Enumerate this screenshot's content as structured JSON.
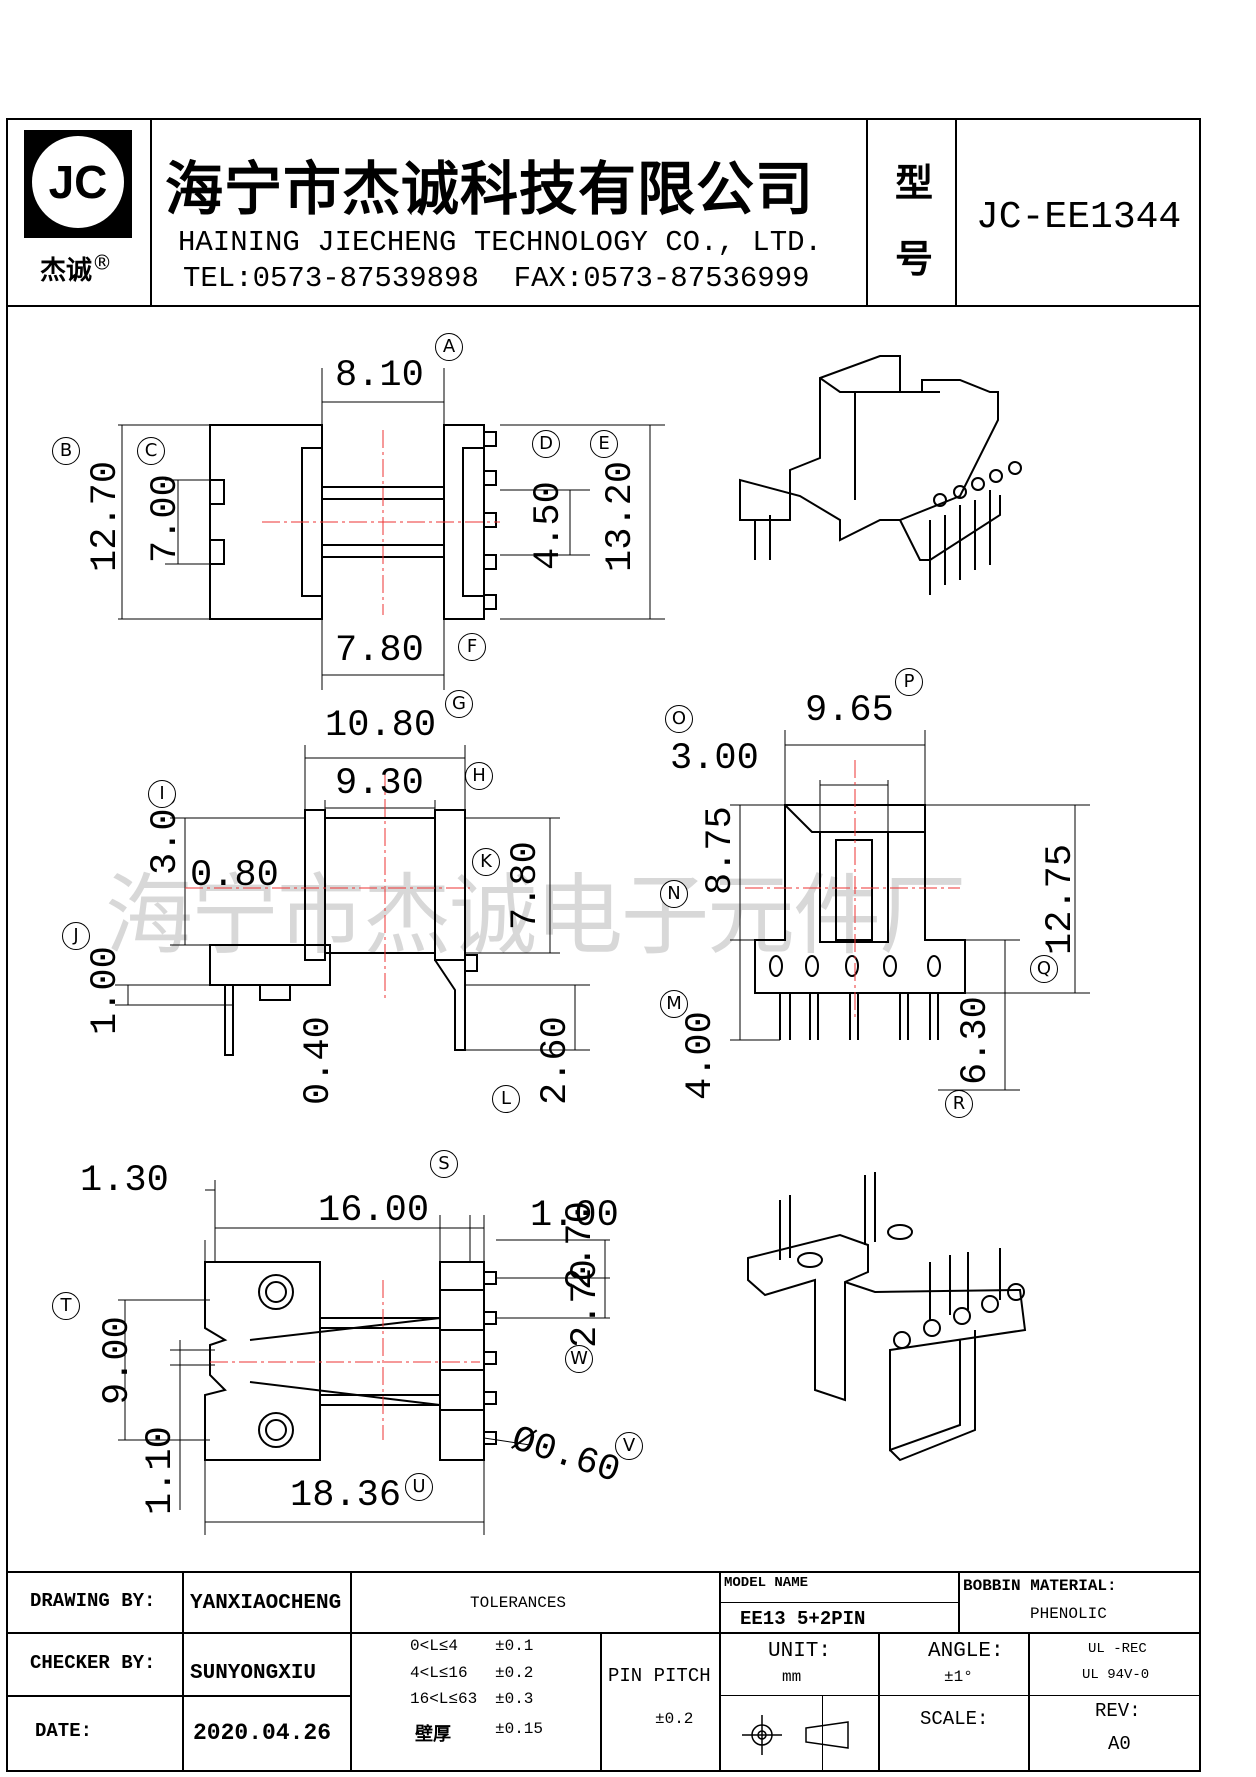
{
  "header": {
    "logo_text": "JC",
    "logo_cn": "杰诚",
    "logo_reg": "®",
    "company_cn": "海宁市杰诚科技有限公司",
    "company_en": "HAINING JIECHENG TECHNOLOGY CO., LTD.",
    "tel": "TEL:0573-87539898",
    "fax": "FAX:0573-87536999",
    "type_label_1": "型",
    "type_label_2": "号",
    "model_no": "JC-EE1344"
  },
  "watermark": "海宁市杰诚电子元件厂",
  "dimensions": {
    "A": "8.10",
    "B": "12.70",
    "C": "7.00",
    "D": "4.50",
    "E": "13.20",
    "F": "7.80",
    "G": "10.80",
    "H": "9.30",
    "I": "3.00",
    "I2": "0.80",
    "J": "1.00",
    "K": "7.80",
    "L": "2.60",
    "L2": "0.40",
    "M": "4.00",
    "N": "8.75",
    "O": "3.00",
    "P": "9.65",
    "Q": "12.75",
    "R": "6.30",
    "S": "16.00",
    "S2": "1.30",
    "S3": "1.00",
    "T": "9.00",
    "T2": "1.10",
    "U": "18.36",
    "V": "Ø0.60",
    "W": "2.70",
    "W2": "2.70"
  },
  "callouts": [
    "A",
    "B",
    "C",
    "D",
    "E",
    "F",
    "G",
    "H",
    "I",
    "J",
    "K",
    "L",
    "M",
    "N",
    "O",
    "P",
    "Q",
    "R",
    "S",
    "T",
    "U",
    "V",
    "W"
  ],
  "title_block": {
    "drawing_by_label": "DRAWING  BY:",
    "drawing_by": "YANXIAOCHENG",
    "checker_by_label": "CHECKER  BY:",
    "checker_by": "SUNYONGXIU",
    "date_label": "DATE:",
    "date": "2020.04.26",
    "tolerances_label": "TOLERANCES",
    "tol_rows": [
      {
        "range": "0<L≤4",
        "value": "±0.1"
      },
      {
        "range": "4<L≤16",
        "value": "±0.2"
      },
      {
        "range": "16<L≤63",
        "value": "±0.3"
      },
      {
        "range": "壁厚",
        "value": "±0.15"
      }
    ],
    "pin_pitch_label": "PIN PITCH",
    "pin_pitch": "±0.2",
    "model_name_label": "MODEL NAME",
    "model_name": "EE13 5+2PIN",
    "unit_label": "UNIT:",
    "unit": "mm",
    "angle_label": "ANGLE:",
    "angle": "±1°",
    "bobbin_material_label": "BOBBIN MATERIAL:",
    "bobbin_material": "PHENOLIC",
    "ul1": "UL -REC",
    "ul2": "UL 94V-0",
    "scale_label": "SCALE:",
    "rev_label": "REV:",
    "rev": "A0"
  }
}
